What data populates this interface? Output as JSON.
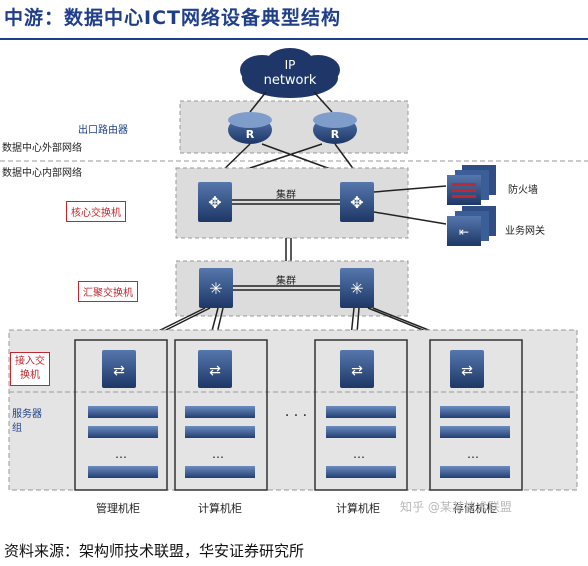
{
  "title": "中游：数据中心ICT网络设备典型结构",
  "source": "资料来源：架构师技术联盟，华安证券研究所",
  "watermark": "知乎 @某某技术联盟",
  "cloud": {
    "line1": "IP",
    "line2": "network"
  },
  "labels": {
    "exit_router": "出口路由器",
    "outside_network": "数据中心外部网络",
    "inside_network": "数据中心内部网络",
    "core_switch": "核心交换机",
    "agg_switch": "汇聚交换机",
    "access_switch_line1": "接入交",
    "access_switch_line2": "换机",
    "server_group_line1": "服务器",
    "server_group_line2": "组",
    "cluster_top": "集群",
    "cluster_mid": "集群",
    "firewall": "防火墙",
    "business_gateway": "业务网关",
    "router_letter": "R",
    "ellipsis": "…",
    "dots_between": "· · ·"
  },
  "racks": [
    {
      "name": "管理机柜"
    },
    {
      "name": "计算机柜"
    },
    {
      "name": "计算机柜"
    },
    {
      "name": "存储机柜"
    }
  ],
  "colors": {
    "title": "#1f3f8a",
    "device_blue": "#3b5f95",
    "device_dark": "#1d3766",
    "red_label": "#c0282f",
    "panel_gray": "#d9d9d9"
  }
}
